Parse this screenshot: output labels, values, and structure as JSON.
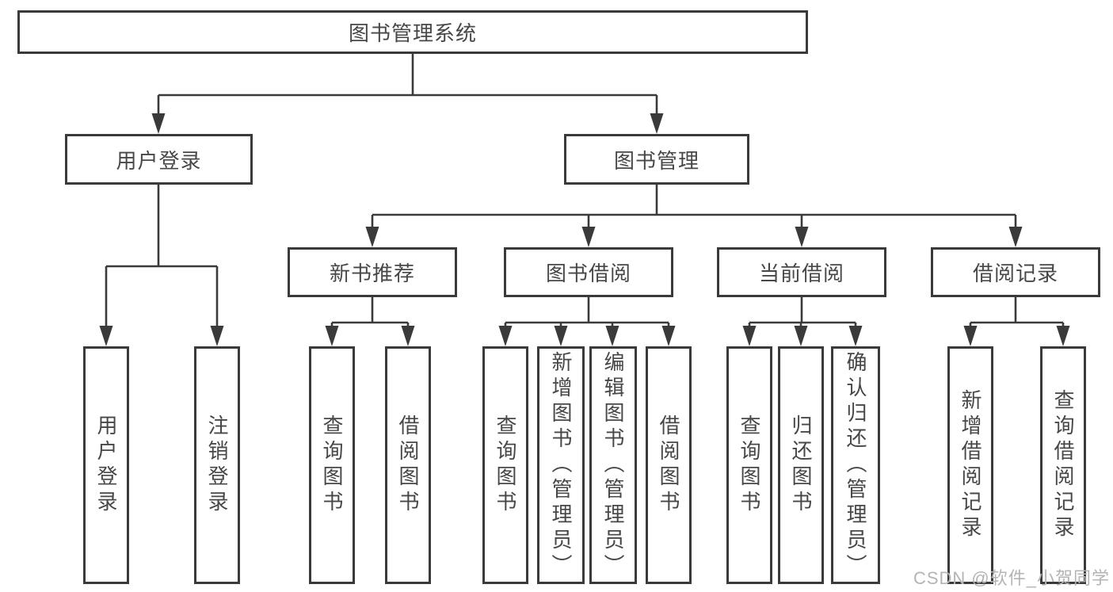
{
  "diagram_type": "hierarchy-tree",
  "colors": {
    "line": "#3a3a3a",
    "box_border": "#3a3a3a",
    "text": "#474747",
    "background": "#ffffff",
    "watermark_text_color": "#b4b4b4"
  },
  "watermark": "CSDN @软件_小贺同学",
  "nodes": {
    "root": {
      "label": "图书管理系统"
    },
    "user_login": {
      "label": "用户登录"
    },
    "book_mgmt": {
      "label": "图书管理"
    },
    "new_book_rec": {
      "label": "新书推荐"
    },
    "book_borrow": {
      "label": "图书借阅"
    },
    "current_borrow": {
      "label": "当前借阅"
    },
    "borrow_records": {
      "label": "借阅记录"
    },
    "leaf_user_login": {
      "label": "用户登录"
    },
    "leaf_logout": {
      "label": "注销登录"
    },
    "leaf_rec_query": {
      "label": "查询图书"
    },
    "leaf_rec_borrow": {
      "label": "借阅图书"
    },
    "leaf_bb_query": {
      "label": "查询图书"
    },
    "leaf_bb_add": {
      "label": "新增图书（管理员）"
    },
    "leaf_bb_edit": {
      "label": "编辑图书（管理员）"
    },
    "leaf_bb_borrow": {
      "label": "借阅图书"
    },
    "leaf_cb_query": {
      "label": "查询图书"
    },
    "leaf_cb_return": {
      "label": "归还图书"
    },
    "leaf_cb_confirm": {
      "label": "确认归还（管理员）"
    },
    "leaf_br_add": {
      "label": "新增借阅记录"
    },
    "leaf_br_query": {
      "label": "查询借阅记录"
    }
  },
  "tree": {
    "图书管理系统": {
      "用户登录": [
        "用户登录",
        "注销登录"
      ],
      "图书管理": {
        "新书推荐": [
          "查询图书",
          "借阅图书"
        ],
        "图书借阅": [
          "查询图书",
          "新增图书（管理员）",
          "编辑图书（管理员）",
          "借阅图书"
        ],
        "当前借阅": [
          "查询图书",
          "归还图书",
          "确认归还（管理员）"
        ],
        "借阅记录": [
          "新增借阅记录",
          "查询借阅记录"
        ]
      }
    }
  }
}
